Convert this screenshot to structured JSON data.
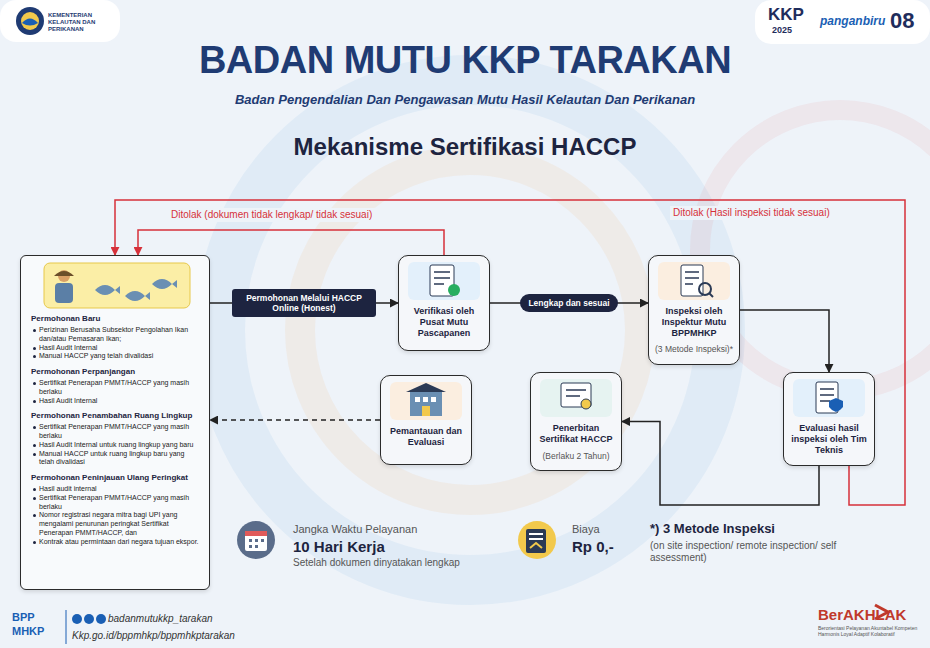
{
  "diagram": {
    "title": "BADAN MUTU KKP TARAKAN",
    "nodes": [
      {
        "text": [
          "Permohonan Baru",
          "Perizinan Berusaha Subsektor Pengolahan Ikan dan/atau Pemasaran Ikan;",
          "Hasil Audit Internal",
          "Manual HACCP yang telah divalidasi",
          "Permohonan Perpanjangan",
          "Sertifikat Penerapan PMMT/HACCP yang masih berlaku",
          "Hasil Audit Internal",
          "Permohonan Penambahan Ruang Lingkup",
          "Sertifikat Penerapan PMMT/HACCP yang masih berlaku",
          "Hasil Audit Internal untuk ruang lingkup yang baru",
          "Manual HACCP untuk ruang lingkup baru yang telah divalidasi",
          "Permohonan Peninjauan Ulang Peringkat",
          "Hasil audit internal",
          "Sertifikat Penerapan PMMT/HACCP yang masih berlaku",
          "Nomor registrasi negara mitra bagi UPI yang mengalami penurunan peringkat Sertifikat Penerapan PMMT/HACCP, dan",
          "Kontrak atau permintaan dari negara tujuan ekspor."
        ]
      },
      {
        "text": [
          "Verifikasi oleh Pusat Mutu Pascapanen"
        ]
      },
      {
        "text": [
          "Inspeksi oleh Inspektur Mutu BPPMHKP",
          "(3 Metode Inspeksi)*"
        ]
      },
      {
        "text": [
          "Evaluasi hasil inspeksi oleh Tim Teknis"
        ]
      },
      {
        "text": [
          "Penerbitan Sertifikat HACCP",
          "(Berlaku 2 Tahun)"
        ]
      },
      {
        "text": [
          "Pemantauan dan Evaluasi"
        ]
      }
    ],
    "edges": [
      {
        "from": 0,
        "to": 1,
        "arrow": "to",
        "label": "Permohonan Melalui HACCP Online (Honest)"
      },
      {
        "from": 1,
        "to": 2,
        "arrow": "to",
        "label": "Lengkap dan sesuai"
      },
      {
        "from": 2,
        "to": 3,
        "arrow": "to"
      },
      {
        "from": 3,
        "to": 4,
        "arrow": "to"
      },
      {
        "from": 5,
        "to": 0,
        "arrow": "to"
      },
      {
        "from": 1,
        "to": 0,
        "arrow": "to",
        "label": "Ditolak (dokumen tidak lengkap/ tidak sesuai)"
      },
      {
        "from": 3,
        "to": 0,
        "arrow": "to",
        "label": "Ditolak (Hasil inspeksi tidak sesuai)"
      }
    ],
    "labels": [
      "KEMENTERIAN KELAUTAN DAN PERIKANAN",
      "KKP",
      "2025",
      "panganbiru",
      "08",
      "Badan Pengendalian Dan Pengawasan Mutu Hasil Kelautan Dan Perikanan",
      "Mekanisme Sertifikasi HACCP",
      "Jangka Waktu Pelayanan",
      "10 Hari Kerja",
      "Setelah dokumen dinyatakan lengkap",
      "Biaya",
      "Rp 0,-",
      "*) 3 Metode Inspeksi",
      "(on site inspection/ remote inspection/ self assessment)",
      "BPP",
      "MHKP",
      "badanmutukkp_tarakan",
      "Kkp.go.id/bppmhkp/bppmhkptarakan",
      "BerAKHLAK",
      "Berorientasi Pelayanan Akuntabel Kompeten Harmonis Loyal Adaptif Kolaboratif"
    ]
  }
}
